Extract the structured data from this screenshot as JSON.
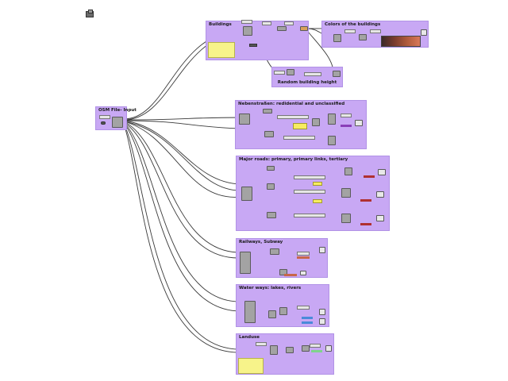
{
  "groups": {
    "osm_input": "OSM File- Input",
    "buildings": "Buildings",
    "colors": "Colors of the buildings",
    "random_height": "Random building height",
    "nebenstrassen": "Nebenstraßen: redidential  and unclassified",
    "major_roads": "Major roads: primary, primary links, tertiary",
    "railways": "Railways, Subway",
    "water_ways": "Water ways: lakes, rivers",
    "landuse": "Landuse"
  },
  "colors": {
    "group_fill": "#c8a8f4",
    "component": "#a3a3a3",
    "panel": "#f7f38a",
    "wire": "#3a3a3a",
    "canvas": "#ffffff"
  },
  "icons": [
    "toolbar-icon",
    "component-icon",
    "panel-icon",
    "wire-connector-icon"
  ]
}
